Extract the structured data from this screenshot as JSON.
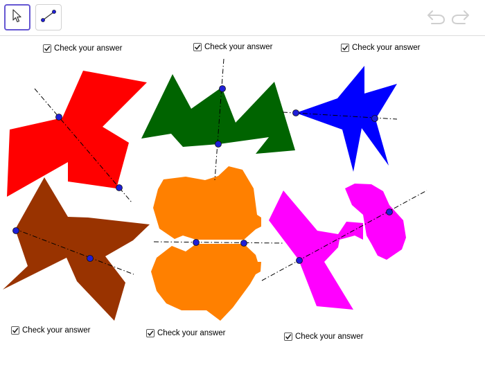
{
  "toolbar": {
    "tools": [
      {
        "icon": "move-cursor-icon",
        "active": true
      },
      {
        "icon": "segment-tool-icon",
        "active": false
      }
    ],
    "history": [
      {
        "icon": "undo-icon",
        "enabled": false
      },
      {
        "icon": "redo-icon",
        "enabled": false
      }
    ]
  },
  "colors": {
    "accent": "#6557d2",
    "point": "#1f1fd6",
    "red": "#ff0000",
    "green": "#006400",
    "blue": "#0000ff",
    "brown": "#993300",
    "orange": "#ff8000",
    "magenta": "#ff00ff"
  },
  "shapes": [
    {
      "name": "red-shape",
      "color": "red"
    },
    {
      "name": "green-shape",
      "color": "green"
    },
    {
      "name": "blue-shape",
      "color": "blue"
    },
    {
      "name": "brown-shape",
      "color": "brown"
    },
    {
      "name": "orange-shape",
      "color": "orange"
    },
    {
      "name": "magenta-shape",
      "color": "magenta"
    }
  ],
  "checkboxes": [
    {
      "label": "Check your answer",
      "checked": true
    },
    {
      "label": "Check your answer",
      "checked": true
    },
    {
      "label": "Check your answer",
      "checked": true
    },
    {
      "label": "Check your answer",
      "checked": true
    },
    {
      "label": "Check your answer",
      "checked": true
    },
    {
      "label": "Check your answer",
      "checked": true
    }
  ]
}
